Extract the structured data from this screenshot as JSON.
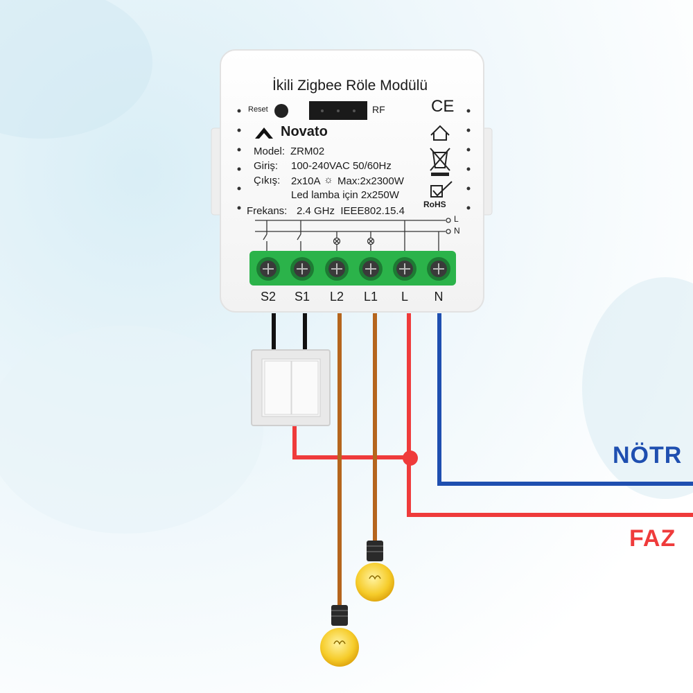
{
  "module": {
    "title": "İkili Zigbee Röle Modülü",
    "reset_label": "Reset",
    "rf_label": "RF",
    "brand": "Novato",
    "model_label": "Model:",
    "model_value": "ZRM02",
    "input_label": "Giriş:",
    "input_value": "100-240VAC 50/60Hz",
    "output_label": "Çıkış:",
    "output_value_a": "2x10A",
    "output_value_b": "Max:2x2300W",
    "led_note": "Led lamba için 2x250W",
    "frequency_label": "Frekans:",
    "frequency_value": "2.4 GHz  IEEE802.15.4",
    "ce_mark": "CE",
    "rohs_mark": "RoHS",
    "line_L": "L",
    "line_N": "N"
  },
  "terminals": [
    "S2",
    "S1",
    "L2",
    "L1",
    "L",
    "N"
  ],
  "wires": {
    "neutral_label": "NÖTR",
    "phase_label": "FAZ"
  },
  "colors": {
    "neutral": "#1f4fb0",
    "phase": "#ef3b3b",
    "load": "#b5651d",
    "switch_wire": "#111111",
    "terminal_block": "#2bb34a",
    "neutral_text": "#1f4fb0",
    "phase_text": "#ef3b3b"
  }
}
